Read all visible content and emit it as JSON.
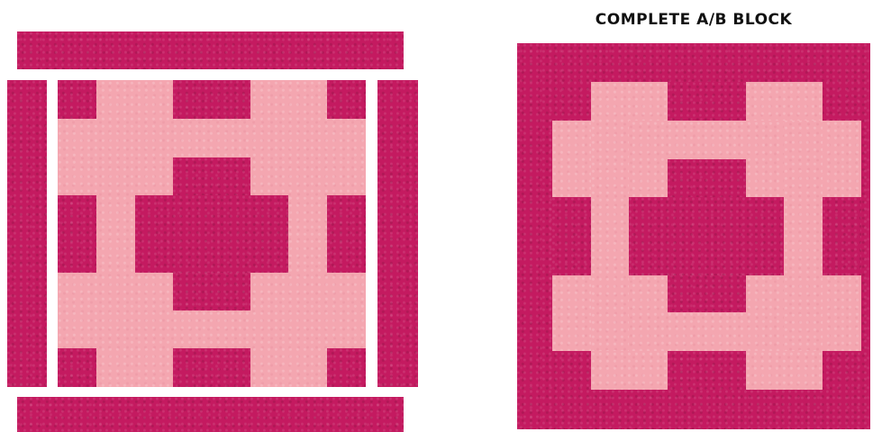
{
  "title": "COMPLETE A/B BLOCK",
  "colors": {
    "dark_fabric": "#c41a60",
    "light_fabric": "#f4a6b0",
    "background": "#ffffff"
  },
  "exploded_view": {
    "pieces": [
      "top-border-strip",
      "bottom-border-strip",
      "left-border-strip",
      "right-border-strip",
      "center-block"
    ]
  },
  "complete_view": {
    "pieces": [
      "complete-block"
    ]
  }
}
